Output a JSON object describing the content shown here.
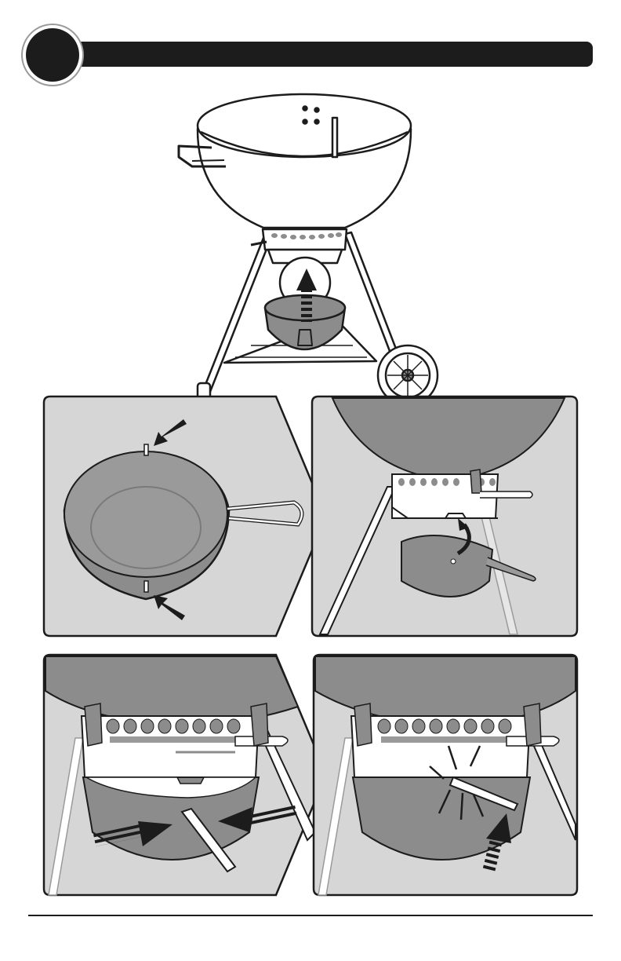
{
  "step": {
    "number": ""
  },
  "colors": {
    "ink": "#1c1c1c",
    "panel_fill": "#d6d6d6",
    "bowl_fill": "#8c8c8c",
    "arrow_fill": "#1c1c1c"
  },
  "panels": [
    {
      "id": "overview",
      "subject": "kettle-grill-with-ash-catcher"
    },
    {
      "id": "detail-1",
      "subject": "ash-catcher-tabs"
    },
    {
      "id": "detail-2",
      "subject": "insert-ash-catcher"
    },
    {
      "id": "detail-3",
      "subject": "push-handle-in"
    },
    {
      "id": "detail-4",
      "subject": "handle-snaps-in-place"
    }
  ]
}
